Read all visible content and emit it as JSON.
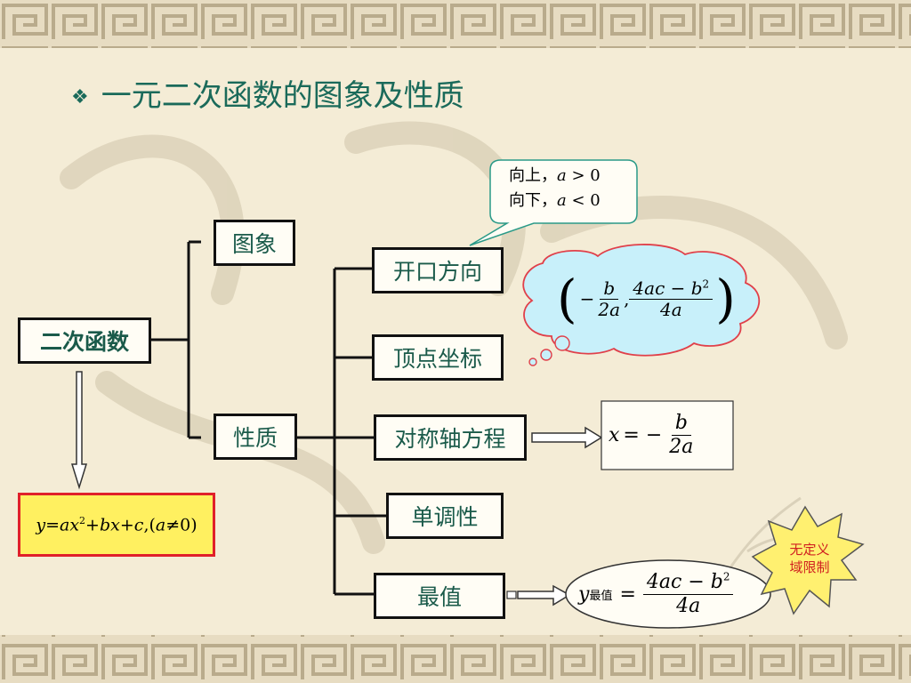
{
  "title": "一元二次函数的图象及性质",
  "bullet_icon": "❖",
  "nodes": {
    "root": "二次函数",
    "image": "图象",
    "properties": "性质",
    "opening": "开口方向",
    "vertex": "顶点坐标",
    "axis": "对称轴方程",
    "monotonic": "单调性",
    "extreme": "最值"
  },
  "formula_general": {
    "y": "y",
    "eq": "=",
    "a": "a",
    "x": "x",
    "sq": "2",
    "plus1": "+",
    "b": "b",
    "x2": "x",
    "plus2": "+",
    "c": "c",
    "paren": ",(",
    "a2": "a",
    "ne": "≠",
    "zero": "0",
    "close": ")"
  },
  "callout_opening": {
    "line1_text": "向上，",
    "line1_var": "a",
    "line1_rel": " > 0",
    "line2_text": "向下，",
    "line2_var": "a",
    "line2_rel": " < 0"
  },
  "vertex_formula": {
    "minus": "−",
    "num1": "b",
    "den1": "2a",
    "comma": ",",
    "num2": "4ac − b",
    "num2_sq": "2",
    "den2": "4a"
  },
  "axis_formula": {
    "lhs": "x",
    "eq": "= −",
    "num": "b",
    "den": "2a"
  },
  "extreme_formula": {
    "y": "y",
    "sub": "最值",
    "eq": "=",
    "num": "4ac − b",
    "num_sq": "2",
    "den": "4a"
  },
  "burst_note": {
    "line1": "无定义",
    "line2": "域限制"
  },
  "colors": {
    "background": "#f4ecd6",
    "title": "#1a6a5a",
    "node_text": "#1a5a4a",
    "callout_border": "#2a9a88",
    "cloud_fill": "#c8f0fa",
    "cloud_border": "#e0404a",
    "general_fill": "#fff060",
    "general_border": "#e0202a",
    "burst_fill": "#fff070",
    "burst_text": "#d02020"
  }
}
